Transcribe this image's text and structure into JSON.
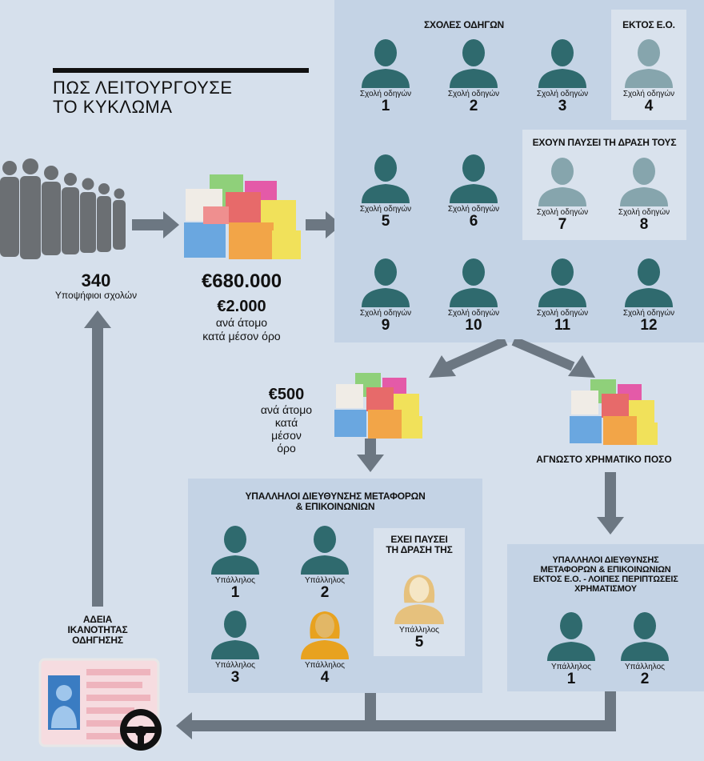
{
  "heading": {
    "line1": "ΠΩΣ ΛΕΙΤΟΥΡΓΟΥΣΕ",
    "line2": "ΤΟ ΚΥΚΛΩΜΑ"
  },
  "candidates": {
    "count": "340",
    "label": "Υποψήφιοι σχολών"
  },
  "payment": {
    "total": "€680.000",
    "per_amount": "€2.000",
    "per_line1": "ανά άτομο",
    "per_line2": "κατά μέσον όρο"
  },
  "schools": {
    "title": "ΣΧΟΛΕΣ ΟΔΗΓΩΝ",
    "outside_title": "ΕΚΤΟΣ Ε.Ο.",
    "stopped_title": "ΕΧΟΥΝ ΠΑΥΣΕΙ ΤΗ ΔΡΑΣΗ ΤΟΥΣ",
    "label": "Σχολή οδηγών",
    "items": [
      "1",
      "2",
      "3",
      "4",
      "5",
      "6",
      "7",
      "8",
      "9",
      "10",
      "11",
      "12"
    ]
  },
  "bribe_left": {
    "amount": "€500",
    "l1": "ανά άτομο",
    "l2": "κατά",
    "l3": "μέσον",
    "l4": "όρο"
  },
  "bribe_right": {
    "label": "ΑΓΝΩΣΤΟ ΧΡΗΜΑΤΙΚΟ ΠΟΣΟ"
  },
  "ministry": {
    "title1": "ΥΠΑΛΛΗΛΟΙ ΔΙΕΥΘΥΝΣΗΣ ΜΕΤΑΦΟΡΩΝ",
    "title2": "& ΕΠΙΚΟΙΝΩΝΙΩΝ",
    "stopped1": "ΕΧΕΙ ΠΑΥΣΕΙ",
    "stopped2": "ΤΗ ΔΡΑΣΗ ΤΗΣ",
    "label": "Υπάλληλος",
    "items": [
      "1",
      "2",
      "3",
      "4",
      "5"
    ]
  },
  "ministry_other": {
    "title1": "ΥΠΑΛΛΗΛΟΙ ΔΙΕΥΘΥΝΣΗΣ",
    "title2": "ΜΕΤΑΦΟΡΩΝ & ΕΠΙΚΟΙΝΩΝΙΩΝ",
    "title3": "ΕΚΤΟΣ Ε.Ο. - ΛΟΙΠΕΣ ΠΕΡΙΠΤΩΣΕΙΣ",
    "title4": "ΧΡΗΜΑΤΙΣΜΟΥ",
    "label": "Υπάλληλος",
    "items": [
      "1",
      "2"
    ]
  },
  "license": {
    "l1": "ΑΔΕΙΑ",
    "l2": "ΙΚΑΝΟΤΗΤΑΣ",
    "l3": "ΟΔΗΓΗΣΗΣ"
  },
  "colors": {
    "teal": "#2f6a6e",
    "faded": "#86a5ad",
    "orange": "#e8a21f",
    "faded_orange": "#e6c17d",
    "arrow": "#6c7782",
    "crowd": "#6b6f73"
  }
}
